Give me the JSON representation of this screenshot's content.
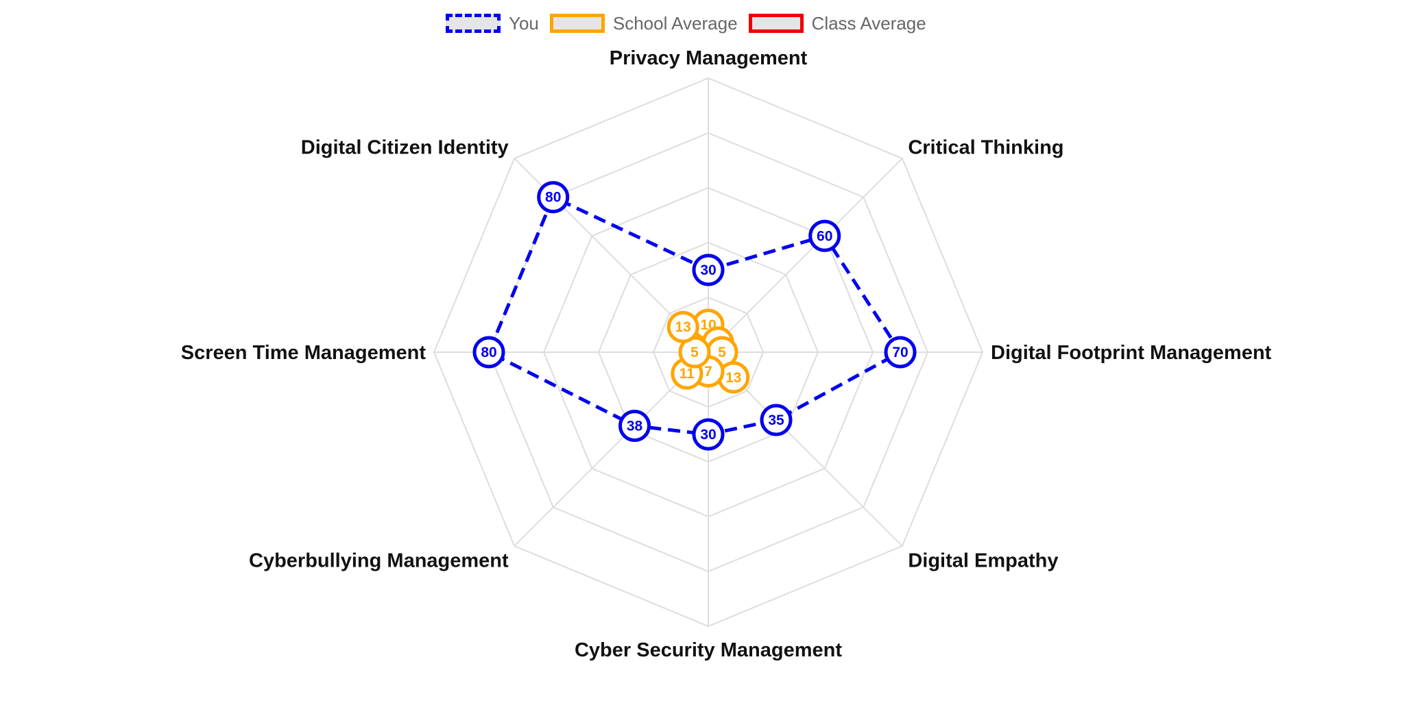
{
  "legend": {
    "you": "You",
    "school": "School Average",
    "class": "Class Average"
  },
  "colors": {
    "you": "#0000ee",
    "school": "#ffa500",
    "class": "#ee0000",
    "grid": "#dddddd",
    "swatch_fill": "#e5e5e5"
  },
  "chart_data": {
    "type": "radar",
    "axes": [
      "Privacy Management",
      "Critical Thinking",
      "Digital Footprint Management",
      "Digital Empathy",
      "Cyber Security Management",
      "Cyberbullying Management",
      "Screen Time Management",
      "Digital Citizen Identity"
    ],
    "r_range": [
      0,
      100
    ],
    "grid_rings": 5,
    "legend_position": "top",
    "series": [
      {
        "name": "You",
        "style": "dashed",
        "values": [
          30,
          60,
          70,
          35,
          30,
          38,
          80,
          80
        ]
      },
      {
        "name": "School Average",
        "style": "solid",
        "values": [
          10,
          5,
          5,
          13,
          7,
          11,
          5,
          13
        ]
      },
      {
        "name": "Class Average",
        "style": "solid",
        "values": []
      }
    ]
  }
}
